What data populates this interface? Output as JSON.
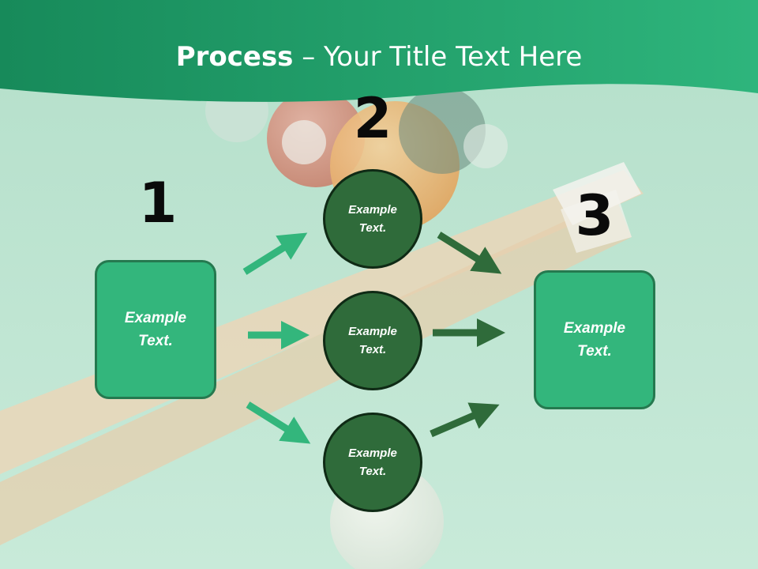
{
  "slide": {
    "title_bold": "Process",
    "title_rest": " – Your Title Text Here"
  },
  "steps": {
    "step1": {
      "number": "1",
      "label": "Example\nText."
    },
    "step2": {
      "number": "2",
      "items": [
        "Example\nText.",
        "Example\nText.",
        "Example\nText."
      ]
    },
    "step3": {
      "number": "3",
      "label": "Example\nText."
    }
  },
  "colors": {
    "header": "#2a9e6c",
    "box_fill": "#33b67c",
    "circle_fill": "#2f6b3a",
    "arrow_light": "#33b67c",
    "arrow_dark": "#2f6b3a"
  }
}
